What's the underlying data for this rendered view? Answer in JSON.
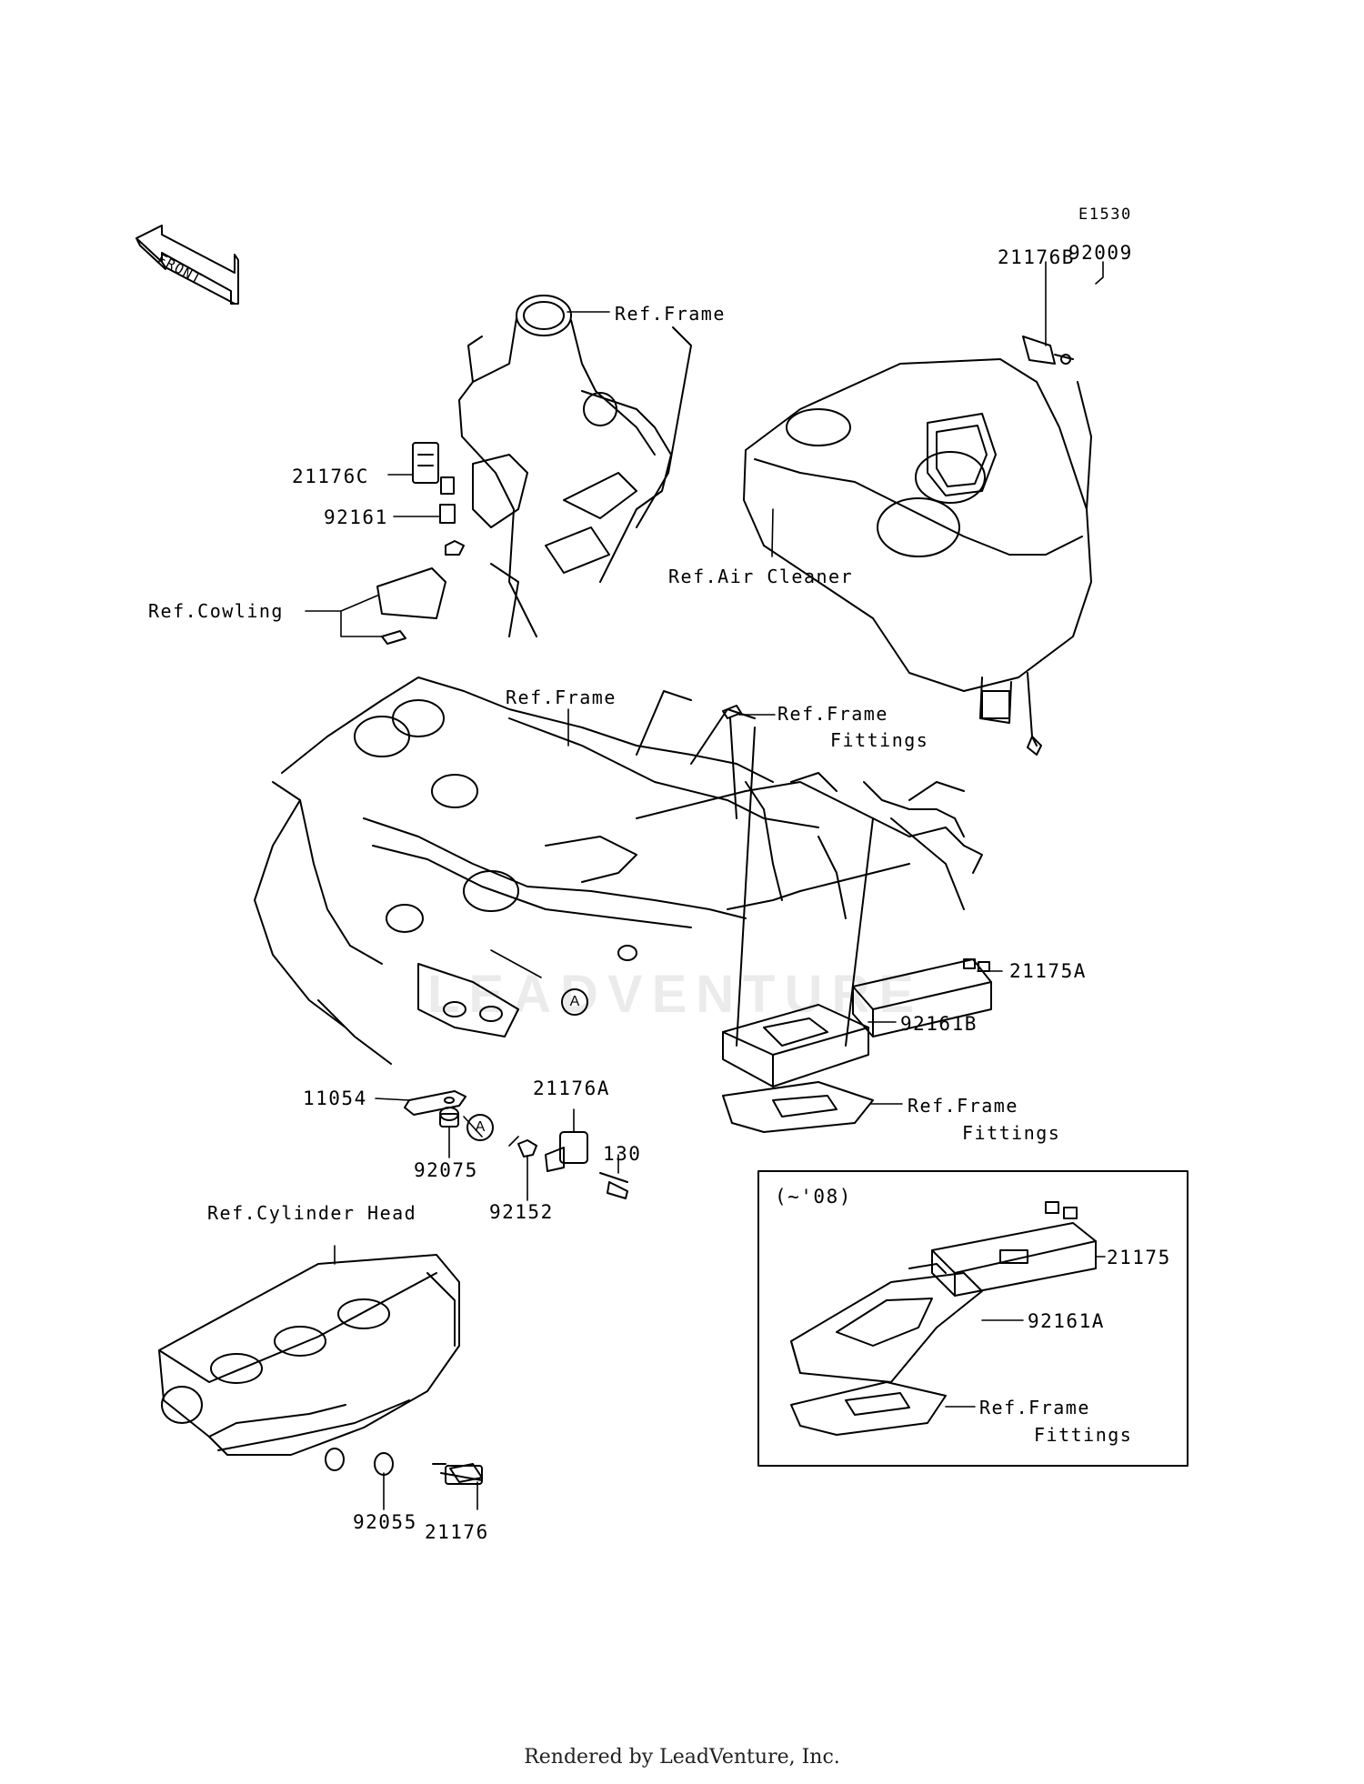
{
  "diagram_code": "E1530",
  "front_arrow_text": "FRONT",
  "callout_marker": "A",
  "watermark": "LEADVENTURE",
  "labels": {
    "p92009": "92009",
    "p21176B": "21176B",
    "ref_frame_top": "Ref.Frame",
    "p21176C": "21176C",
    "p92161": "92161",
    "ref_cowling": "Ref.Cowling",
    "ref_air_cleaner": "Ref.Air Cleaner",
    "ref_frame_mid": "Ref.Frame",
    "ref_frame_fittings_1a": "Ref.Frame",
    "ref_frame_fittings_1b": "Fittings",
    "p21175A": "21175A",
    "p92161B": "92161B",
    "ref_frame_fittings_2a": "Ref.Frame",
    "ref_frame_fittings_2b": "Fittings",
    "p11054": "11054",
    "p92075": "92075",
    "p21176A": "21176A",
    "p130": "130",
    "p92152": "92152",
    "ref_cylinder_head": "Ref.Cylinder Head",
    "p92055": "92055",
    "p21176": "21176",
    "inset_range": "(~'08)",
    "p21175": "21175",
    "p92161A": "92161A",
    "ref_frame_fittings_3a": "Ref.Frame",
    "ref_frame_fittings_3b": "Fittings"
  },
  "footer": "Rendered by LeadVenture, Inc."
}
